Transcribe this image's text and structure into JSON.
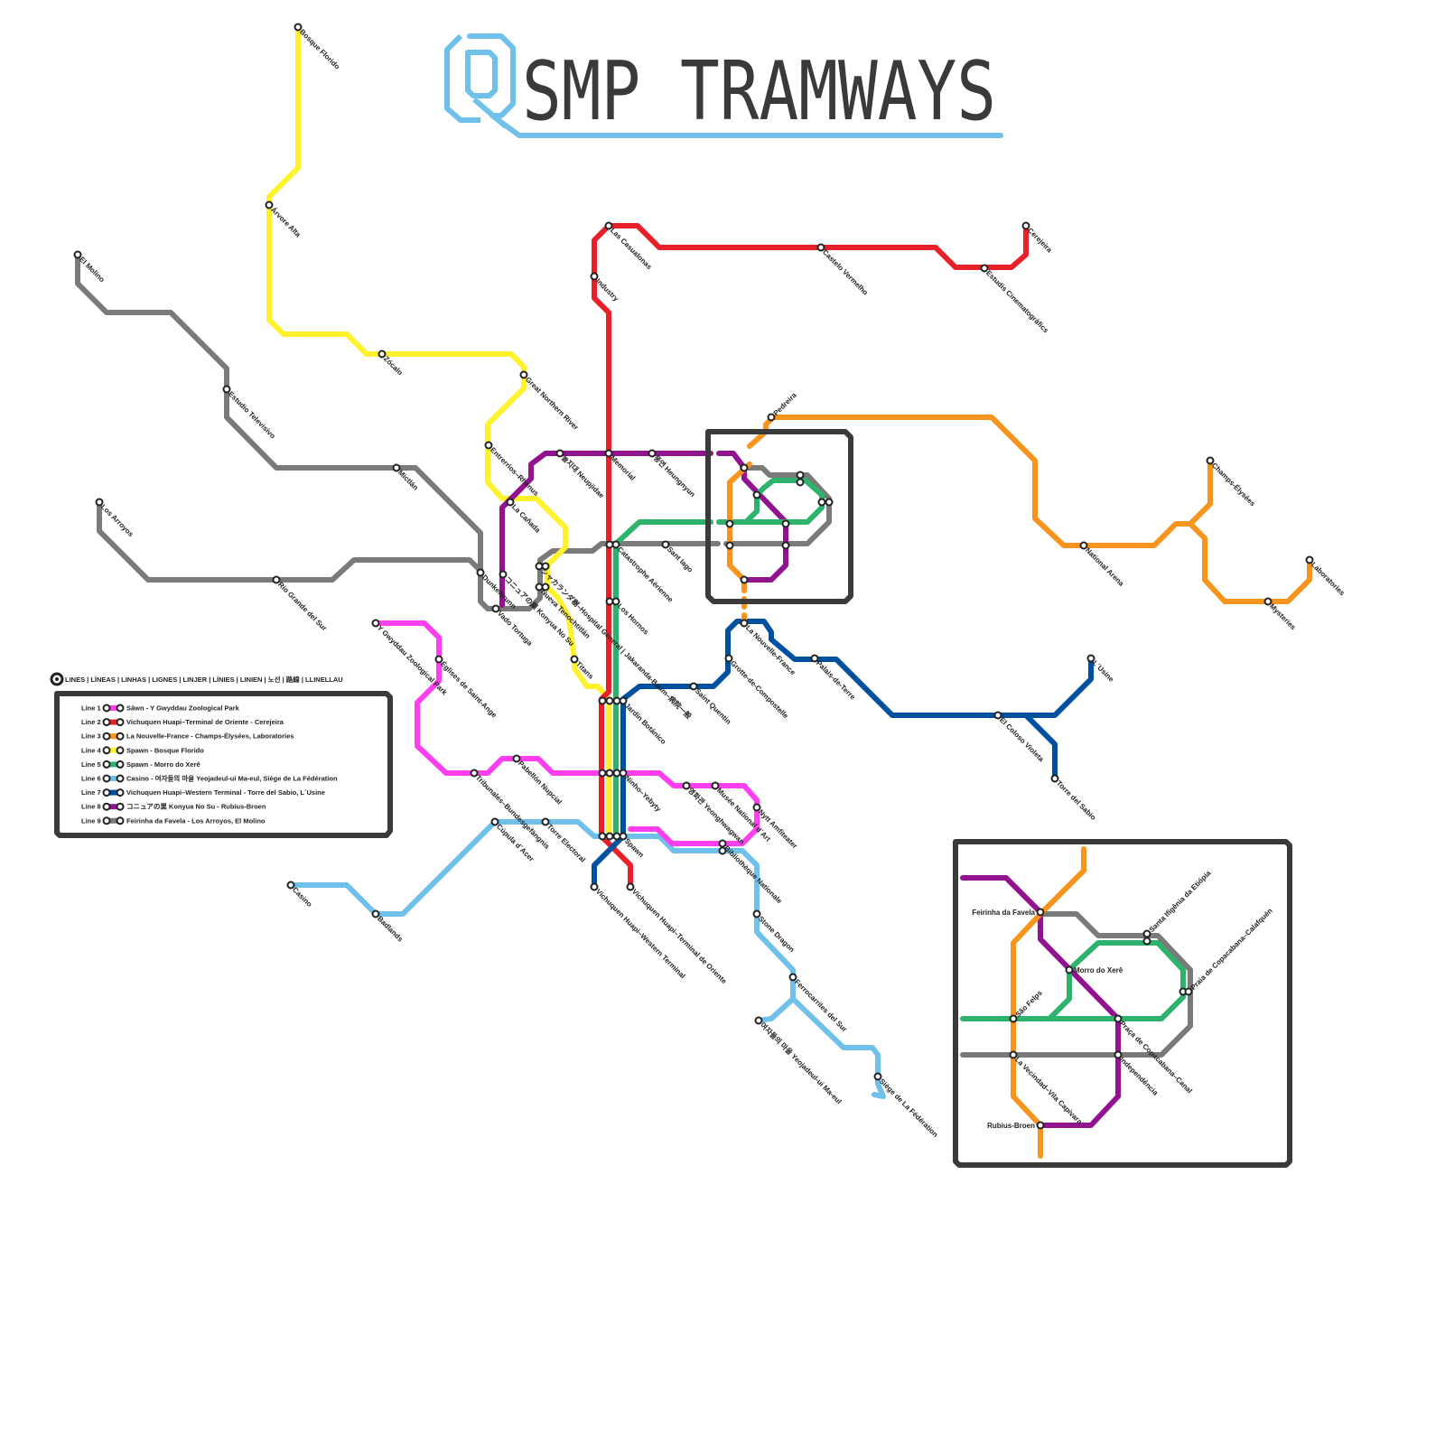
{
  "title": {
    "text": "SMP TRAMWAYS",
    "brand_color": "#3a3a3a",
    "logo_color": "#6fc0ea"
  },
  "legend": {
    "heading": "LINES | LÍNEAS | LINHAS | LIGNES | LINJER | LÍNIES | LINIEN | 노선 | 路線 | LLINELLAU",
    "rows": [
      {
        "label": "Line 1",
        "color": "#ff3ef0",
        "route": "Sāwn - Y Gwyddau Zoological Park"
      },
      {
        "label": "Line 2",
        "color": "#e8202a",
        "route": "Vichuquen Huapi–Terminal de Oriente - Cerejeira"
      },
      {
        "label": "Line 3",
        "color": "#f7941d",
        "route": "La Nouvelle-France - Champs-Élysées, Laboratories"
      },
      {
        "label": "Line 4",
        "color": "#fff22b",
        "route": "Spawn - Bosque Florido"
      },
      {
        "label": "Line 5",
        "color": "#2db36b",
        "route": "Spawn - Morro do Xerê"
      },
      {
        "label": "Line 6",
        "color": "#6fc0ea",
        "route": "Casino - 여자들의 마을 Yeojadeul-ui Ma-eul, Siège de La Fédération"
      },
      {
        "label": "Line 7",
        "color": "#0050a0",
        "route": "Vichuquen Huapi–Western Terminal - Torre del Sabio, L´Usine"
      },
      {
        "label": "Line 8",
        "color": "#92138f",
        "route": "コニュアの巣 Konyua No Su - Rubius-Broen"
      },
      {
        "label": "Line 9",
        "color": "#7a7a7a",
        "route": "Feirinha da Favela - Los Arroyos, El Molino"
      }
    ]
  },
  "stations": [
    {
      "name": "Bosque Florido"
    },
    {
      "name": "Árvore Alta"
    },
    {
      "name": "Zócalo"
    },
    {
      "name": "Great Northern River"
    },
    {
      "name": "Entrerríos–Rhenus"
    },
    {
      "name": "La Cañada"
    },
    {
      "name": "Titans"
    },
    {
      "name": "El Molino"
    },
    {
      "name": "Estudio Televisivo"
    },
    {
      "name": "Mictlán"
    },
    {
      "name": "Los Arroyos"
    },
    {
      "name": "Río Grande del Sur"
    },
    {
      "name": "Dunkelbrunn"
    },
    {
      "name": "Vado Tortuga"
    },
    {
      "name": "コニュアの巣 Konyua No Su"
    },
    {
      "name": "シャカランダ樹–Hospital General | Jakaranda-Baum–病院一般"
    },
    {
      "name": "Nueva Tenochtitlán"
    },
    {
      "name": "놀지대 Neupjidae"
    },
    {
      "name": "Memorial"
    },
    {
      "name": "풍연 Heungnyun"
    },
    {
      "name": "Las Casualonas"
    },
    {
      "name": "Industry"
    },
    {
      "name": "Castelo Vermelho"
    },
    {
      "name": "Estudis Cinematogràfics"
    },
    {
      "name": "Cerejeira"
    },
    {
      "name": "Pedreira"
    },
    {
      "name": "Catastrophe Aérienne"
    },
    {
      "name": "Sant Iago"
    },
    {
      "name": "Los Hornos"
    },
    {
      "name": "Jardín Botánico"
    },
    {
      "name": "Saint Quentin"
    },
    {
      "name": "La Nouvelle-France"
    },
    {
      "name": "Grotte-de-Compostelle"
    },
    {
      "name": "Palais-de-Terre"
    },
    {
      "name": "L´Usine"
    },
    {
      "name": "El Coloso Violeta"
    },
    {
      "name": "Torre del Sabio"
    },
    {
      "name": "National Arena"
    },
    {
      "name": "Champs-Élysées"
    },
    {
      "name": "Mysteries"
    },
    {
      "name": "Laboratories"
    },
    {
      "name": "Y Gwyddau Zoological Park"
    },
    {
      "name": "Églises de Saint-Ange"
    },
    {
      "name": "Pabellón Nupcial"
    },
    {
      "name": "Tribunales–Bundesgefängnis"
    },
    {
      "name": "Ninho–Yebyty"
    },
    {
      "name": "영화관 Yeonghwagwan"
    },
    {
      "name": "Musée National d´Art"
    },
    {
      "name": "Nytt Amfiteater"
    },
    {
      "name": "Bibliothèque Nationale"
    },
    {
      "name": "Cúpula d´Acer"
    },
    {
      "name": "Torre Electoral"
    },
    {
      "name": "Spawn"
    },
    {
      "name": "Casino"
    },
    {
      "name": "Badlands"
    },
    {
      "name": "Vichuquen Huapi–Western Terminal"
    },
    {
      "name": "Vichuquen Huapi–Terminal de Oriente"
    },
    {
      "name": "Stone Dragon"
    },
    {
      "name": "Ferrocarriles del Sur"
    },
    {
      "name": "여자들의 마을 Yeojadeul-ui Ma-eul"
    },
    {
      "name": "Siège de La Fédération"
    }
  ],
  "inset": {
    "stations": [
      {
        "name": "Feirinha da Favela"
      },
      {
        "name": "Santa Ifigênia da Etiópia"
      },
      {
        "name": "Morro do Xerê"
      },
      {
        "name": "Praia de Copacabana–Calafquén"
      },
      {
        "name": "São Felps"
      },
      {
        "name": "Praça de Copacabana–Canal"
      },
      {
        "name": "Independência"
      },
      {
        "name": "La Vecindad–Vila Capivara"
      },
      {
        "name": "Rubius-Broen"
      }
    ]
  }
}
